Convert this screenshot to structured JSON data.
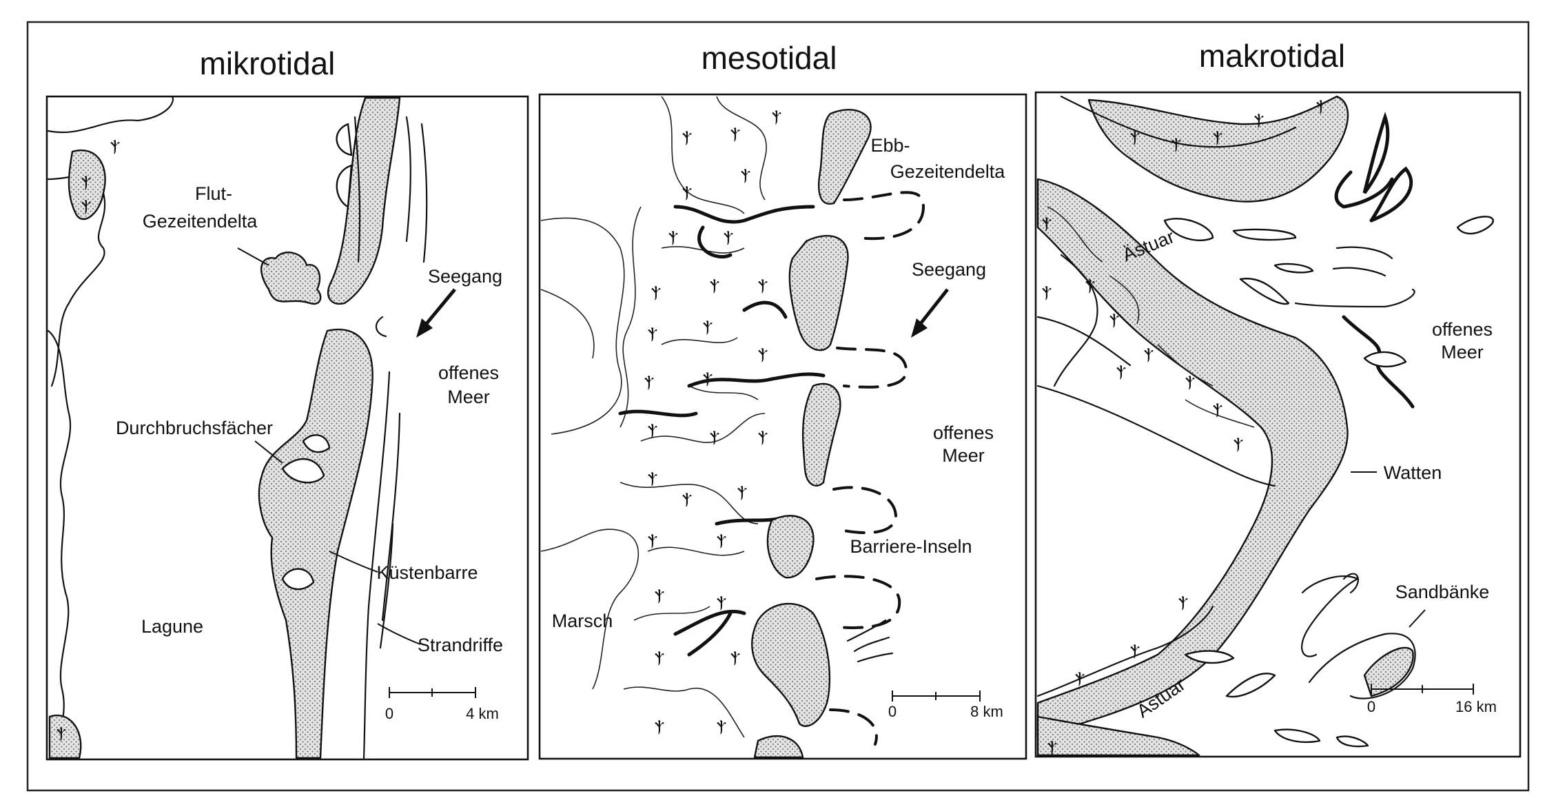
{
  "panels": [
    {
      "title": "mikrotidal",
      "labels": {
        "flood_delta": [
          "Flut-",
          "Gezeitendelta"
        ],
        "wave": "Seegang",
        "open_sea": [
          "offenes",
          "Meer"
        ],
        "washover": "Durchbruchsfächer",
        "barrier": "Küstenbarre",
        "lagoon": "Lagune",
        "beach_ridges": "Strandriffe"
      },
      "scale": {
        "start": "0",
        "end": "4 km"
      }
    },
    {
      "title": "mesotidal",
      "labels": {
        "ebb_delta": [
          "Ebb-",
          "Gezeitendelta"
        ],
        "wave": "Seegang",
        "open_sea": [
          "offenes",
          "Meer"
        ],
        "barrier_islands": "Barriere-Inseln",
        "marsh": "Marsch"
      },
      "scale": {
        "start": "0",
        "end": "8 km"
      }
    },
    {
      "title": "makrotidal",
      "labels": {
        "estuary_top": "Ästuar",
        "open_sea": [
          "offenes",
          "Meer"
        ],
        "tidal_flats": "Watten",
        "sandbanks": "Sandbänke",
        "estuary_bottom": "Ästuar"
      },
      "scale": {
        "start": "0",
        "end": "16 km"
      }
    }
  ],
  "marsh_symbol": "ⲯ"
}
